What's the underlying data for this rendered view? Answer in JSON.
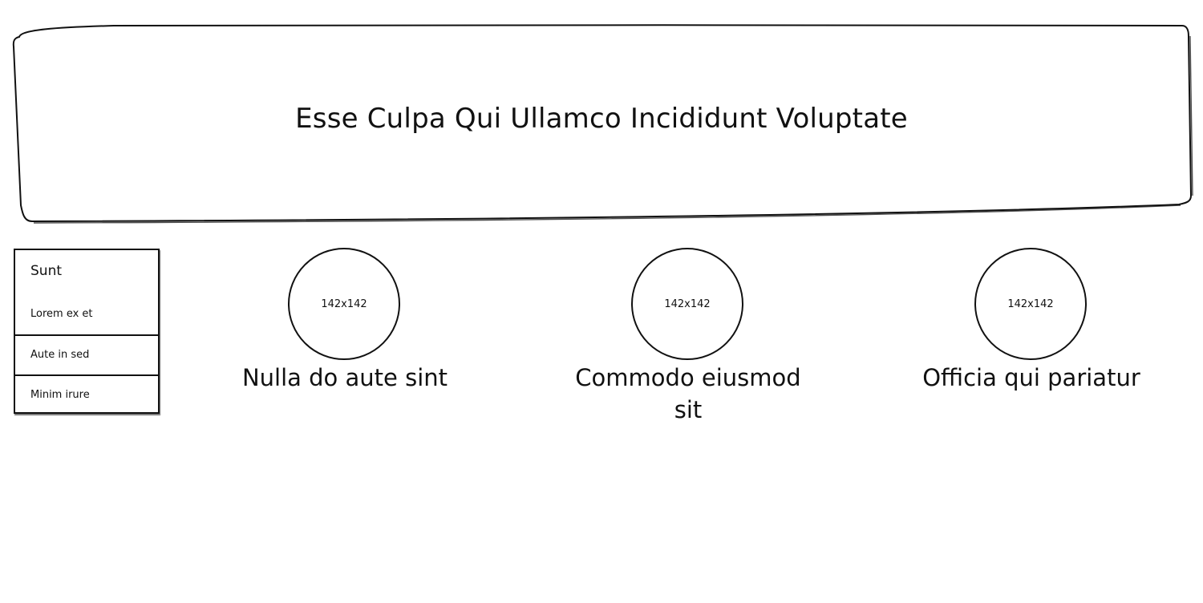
{
  "banner": {
    "title": "Esse Culpa Qui Ullamco Incididunt Voluptate"
  },
  "sidebar": {
    "heading": "Sunt",
    "items": [
      {
        "label": "Lorem ex et"
      },
      {
        "label": "Aute in sed"
      },
      {
        "label": "Minim irure"
      }
    ]
  },
  "features": [
    {
      "image_label": "142x142",
      "caption": "Nulla do aute sint"
    },
    {
      "image_label": "142x142",
      "caption": "Commodo eiusmod sit"
    },
    {
      "image_label": "142x142",
      "caption": "Officia qui pariatur"
    }
  ]
}
